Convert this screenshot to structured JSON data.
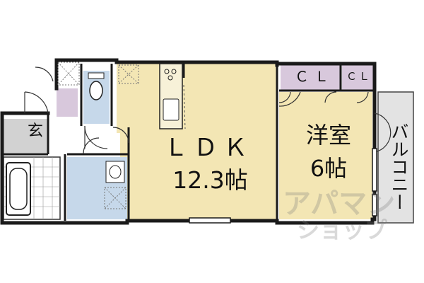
{
  "rooms": {
    "ldk": {
      "name": "ＬＤＫ",
      "area": "12.3帖"
    },
    "bedroom": {
      "name": "洋室",
      "area": "6帖"
    },
    "closet_1": "ＣＬ",
    "closet_2": "ＣＬ",
    "genkan": "玄",
    "balcony": "バルコニー"
  },
  "watermark": {
    "line1": "アパマン",
    "line2": "ショップ"
  },
  "colors": {
    "ldk": "#f3e6b4",
    "bedroom": "#f3e6b4",
    "wet_area": "#c6d8ea",
    "closet": "#d8c8dc",
    "balcony": "#e3e3e3",
    "entry": "#d2d2d2",
    "wall": "#1a1a1a"
  }
}
